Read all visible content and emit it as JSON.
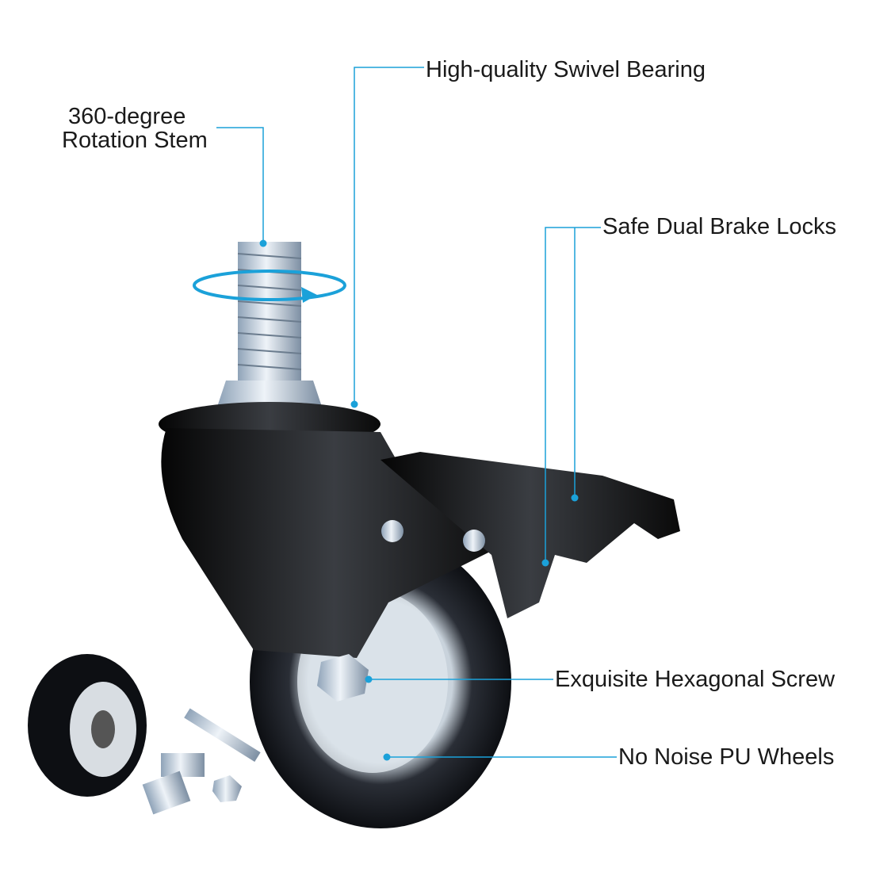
{
  "accent_color": "#1ba1d9",
  "labels": {
    "stem_line1": "360-degree",
    "stem_line2": "Rotation Stem",
    "bearing": "High-quality Swivel Bearing",
    "brake": "Safe Dual Brake Locks",
    "screw": "Exquisite Hexagonal Screw",
    "wheels": "No Noise PU Wheels"
  }
}
